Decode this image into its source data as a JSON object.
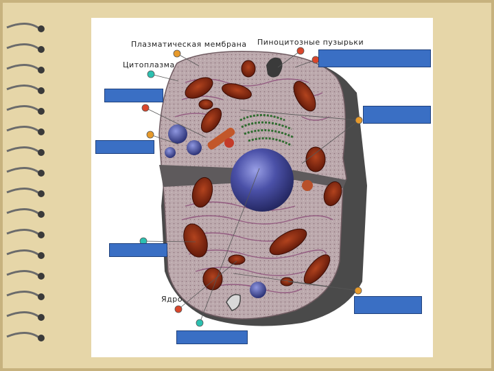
{
  "labels": {
    "plasma_membrane": "Плазматическая мембрана",
    "pinocytic_vesicles": "Пиноцитозные пузырьки",
    "cytoplasm": "Цитоплазма",
    "nucleus": "Ядро"
  },
  "colors": {
    "paper": "#e6d6a8",
    "slide": "#ffffff",
    "cell_body": "#b9a7aa",
    "mitochondria": "#8a2a12",
    "nucleus": "#3b3f8f",
    "golgi": "#2f6b2f",
    "answer_box": "#3a6fc4",
    "dot_orange": "#e79a2b",
    "dot_red": "#d9462b",
    "dot_teal": "#2cc0b0"
  }
}
